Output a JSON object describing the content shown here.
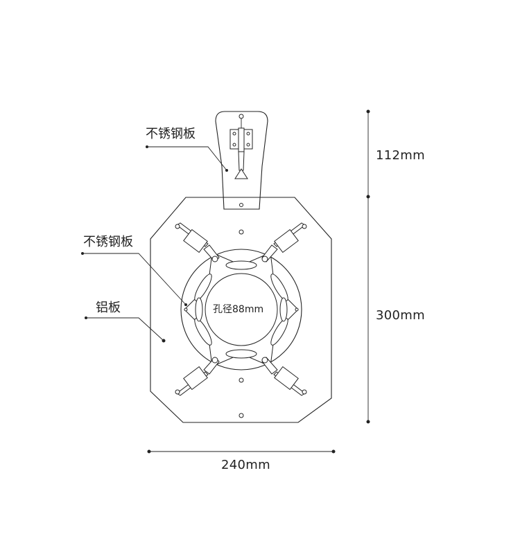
{
  "labels": {
    "steel_plate_top": "不锈钢板",
    "steel_plate_center": "不锈钢板",
    "aluminum_plate": "铝板",
    "hole_diameter": "孔径88mm"
  },
  "dimensions": {
    "top_height": "112mm",
    "main_height": "300mm",
    "width": "240mm"
  },
  "colors": {
    "line": "#222222",
    "background": "#ffffff"
  }
}
